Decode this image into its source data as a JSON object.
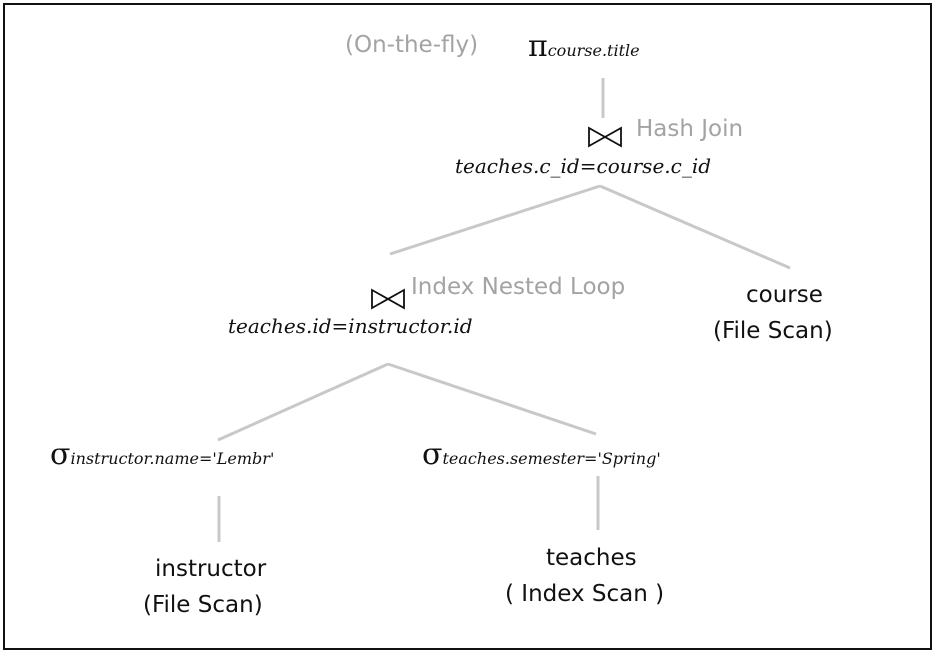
{
  "root": {
    "annotation": "(On-the-fly)",
    "symbol": "π",
    "subscript": "course.title"
  },
  "hash_join": {
    "algorithm": "Hash Join",
    "condition": "teaches.c_id=course.c_id"
  },
  "nested_join": {
    "algorithm": "Index Nested Loop",
    "condition": "teaches.id=instructor.id"
  },
  "course": {
    "name": "course",
    "scan": "(File Scan)"
  },
  "select_instructor": {
    "symbol": "σ",
    "subscript": "instructor.name='Lembr'"
  },
  "select_teaches": {
    "symbol": "σ",
    "subscript": "teaches.semester='Spring'"
  },
  "instructor": {
    "name": "instructor",
    "scan": "(File Scan)"
  },
  "teaches": {
    "name": "teaches",
    "scan": "( Index Scan )"
  },
  "colors": {
    "edge": "#c8c8c8",
    "annotation": "#a3a3a3",
    "border": "#111111"
  }
}
